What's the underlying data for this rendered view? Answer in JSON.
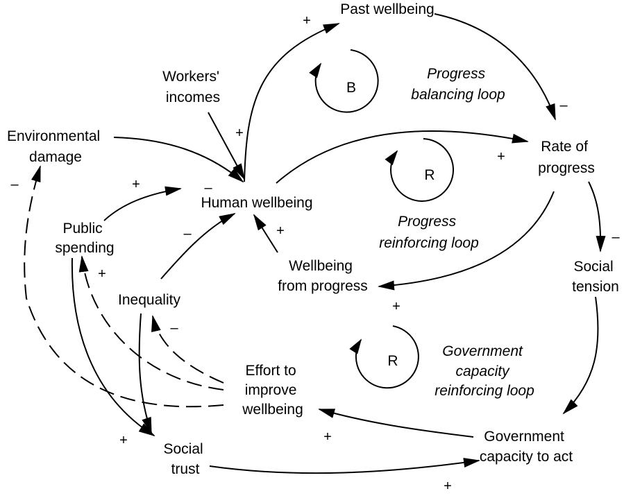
{
  "nodes": {
    "past_wellbeing": "Past wellbeing",
    "workers_incomes": [
      "Workers'",
      "incomes"
    ],
    "environmental_damage": [
      "Environmental",
      "damage"
    ],
    "human_wellbeing": "Human wellbeing",
    "rate_of_progress": [
      "Rate of",
      "progress"
    ],
    "public_spending": [
      "Public",
      "spending"
    ],
    "inequality": "Inequality",
    "wellbeing_from_progress": [
      "Wellbeing",
      "from progress"
    ],
    "social_tension": [
      "Social",
      "tension"
    ],
    "effort_to_improve": [
      "Effort to",
      "improve",
      "wellbeing"
    ],
    "social_trust": [
      "Social",
      "trust"
    ],
    "government_capacity": [
      "Government",
      "capacity to act"
    ]
  },
  "loops": {
    "progress_balancing": {
      "letter": "B",
      "label": [
        "Progress",
        "balancing loop"
      ]
    },
    "progress_reinforcing": {
      "letter": "R",
      "label": [
        "Progress",
        "reinforcing loop"
      ]
    },
    "government_capacity": {
      "letter": "R",
      "label": [
        "Government",
        "capacity",
        "reinforcing loop"
      ]
    }
  },
  "signs": {
    "human_to_past": "+",
    "past_to_rate": "–",
    "workers_to_human": "+",
    "env_to_human": "–",
    "human_to_rate": "+",
    "public_to_human": "+",
    "inequality_to_human": "–",
    "wbprog_to_human": "+",
    "rate_to_tension": "–",
    "rate_to_wbprog": "+",
    "effort_to_env": "–",
    "effort_to_public": "+",
    "effort_to_inequality": "–",
    "public_to_trust": "+",
    "trust_to_gov": "+",
    "gov_to_effort": "+"
  }
}
